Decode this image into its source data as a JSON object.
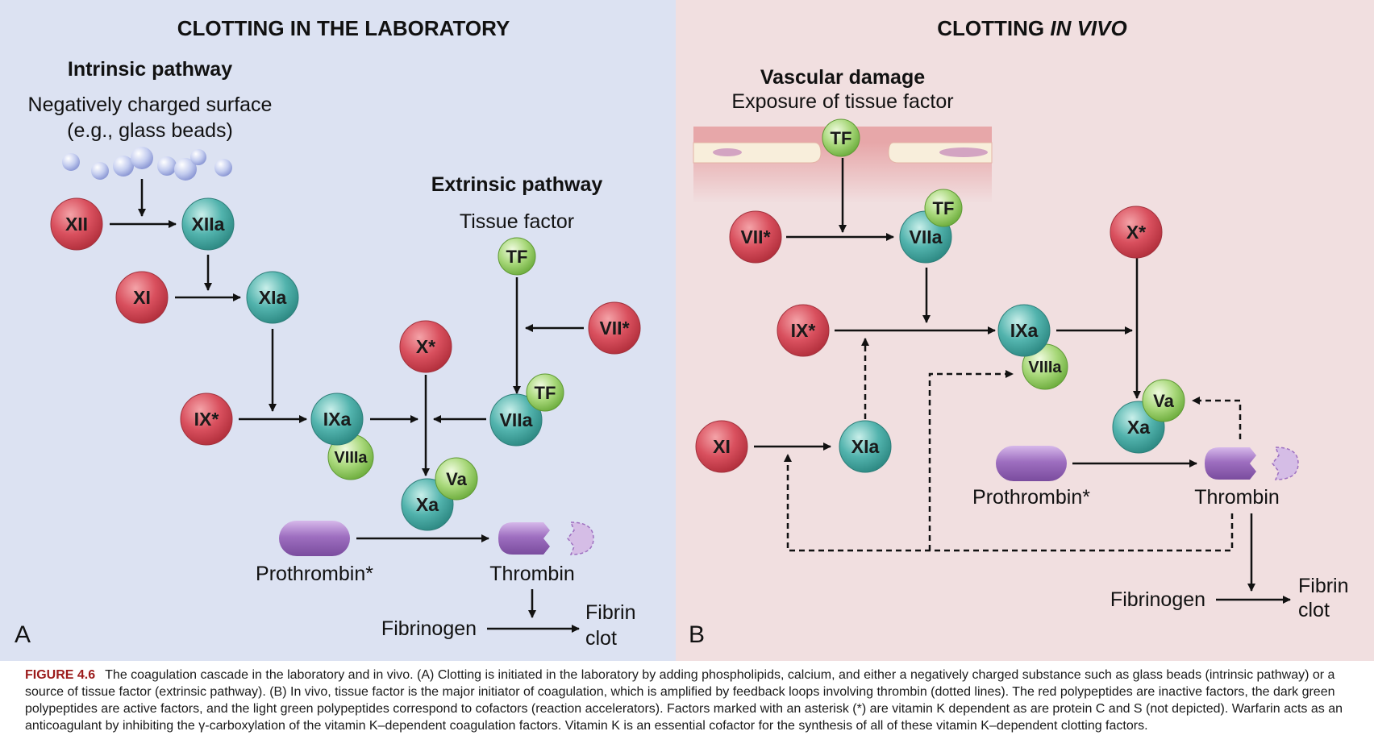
{
  "colors": {
    "panel_a_bg": "#dce2f2",
    "panel_b_bg": "#f1dfe0",
    "inactive_factor": "#d9505e",
    "active_factor": "#52b3ad",
    "cofactor": "#a8d87a",
    "prothrombin": "#9e6fc0",
    "thrombin_fragment": "#d5bde6",
    "vessel_wall": "#e7a7a9",
    "caption_label": "#9b1b1b"
  },
  "panel_a": {
    "title": "CLOTTING IN THE LABORATORY",
    "letter": "A",
    "intrinsic_heading": "Intrinsic pathway",
    "surface_label_1": "Negatively charged surface",
    "surface_label_2": "(e.g., glass beads)",
    "extrinsic_heading": "Extrinsic pathway",
    "tissue_factor_label": "Tissue factor",
    "factors": {
      "xii": "XII",
      "xiia": "XIIa",
      "xi": "XI",
      "xia": "XIa",
      "ix": "IX*",
      "ixa": "IXa",
      "viiia": "VIIIa",
      "x": "X*",
      "xa": "Xa",
      "va": "Va",
      "vii": "VII*",
      "viia": "VIIa",
      "tf_top": "TF",
      "tf_viia": "TF"
    },
    "prothrombin_label": "Prothrombin*",
    "thrombin_label": "Thrombin",
    "fibrinogen_label": "Fibrinogen",
    "fibrin_1": "Fibrin",
    "fibrin_2": "clot"
  },
  "panel_b": {
    "title_prefix": "CLOTTING ",
    "title_italic": "IN VIVO",
    "letter": "B",
    "damage_heading": "Vascular damage",
    "exposure_label": "Exposure of tissue factor",
    "factors": {
      "tf_wall": "TF",
      "vii": "VII*",
      "viia": "VIIa",
      "tf_viia": "TF",
      "x": "X*",
      "ix": "IX*",
      "ixa": "IXa",
      "viiia": "VIIIa",
      "xa": "Xa",
      "va": "Va",
      "xi": "XI",
      "xia": "XIa"
    },
    "prothrombin_label": "Prothrombin*",
    "thrombin_label": "Thrombin",
    "fibrinogen_label": "Fibrinogen",
    "fibrin_1": "Fibrin",
    "fibrin_2": "clot"
  },
  "caption": {
    "figure_label": "FIGURE 4.6",
    "text": "The coagulation cascade in the laboratory and in vivo. (A) Clotting is initiated in the laboratory by adding phospholipids, calcium, and either a negatively charged substance such as glass beads (intrinsic pathway) or a source of tissue factor (extrinsic pathway). (B) In vivo, tissue factor is the major initiator of coagulation, which is amplified by feedback loops involving thrombin (dotted lines). The red polypeptides are inactive factors, the dark green polypeptides are active factors, and the light green polypeptides correspond to cofactors (reaction accelerators). Factors marked with an asterisk (*) are vitamin K dependent as are protein C and S (not depicted). Warfarin acts as an anticoagulant by inhibiting the γ-carboxylation of the vitamin K–dependent coagulation factors. Vitamin K is an essential cofactor for the synthesis of all of these vitamin K–dependent clotting factors."
  }
}
